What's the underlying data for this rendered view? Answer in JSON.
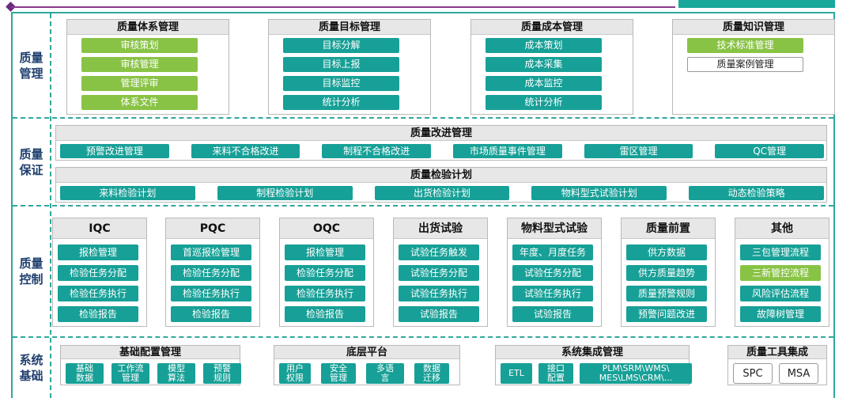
{
  "sections": {
    "management": "质量\n管理",
    "assurance": "质量\n保证",
    "control": "质量\n控制",
    "system": "系统\n基础"
  },
  "management": [
    {
      "title": "质量体系管理",
      "items": [
        {
          "label": "审核策划",
          "style": "g"
        },
        {
          "label": "审核管理",
          "style": "g"
        },
        {
          "label": "管理评审",
          "style": "g"
        },
        {
          "label": "体系文件",
          "style": "g"
        }
      ]
    },
    {
      "title": "质量目标管理",
      "items": [
        {
          "label": "目标分解",
          "style": "t"
        },
        {
          "label": "目标上报",
          "style": "t"
        },
        {
          "label": "目标监控",
          "style": "t"
        },
        {
          "label": "统计分析",
          "style": "t"
        }
      ]
    },
    {
      "title": "质量成本管理",
      "items": [
        {
          "label": "成本策划",
          "style": "t"
        },
        {
          "label": "成本采集",
          "style": "t"
        },
        {
          "label": "成本监控",
          "style": "t"
        },
        {
          "label": "统计分析",
          "style": "t"
        }
      ]
    },
    {
      "title": "质量知识管理",
      "items": [
        {
          "label": "技术标准管理",
          "style": "g"
        },
        {
          "label": "质量案例管理",
          "style": "w"
        }
      ]
    }
  ],
  "assurance": {
    "improvement": {
      "title": "质量改进管理",
      "items": [
        "预警改进管理",
        "来料不合格改进",
        "制程不合格改进",
        "市场质量事件管理",
        "雷区管理",
        "QC管理"
      ]
    },
    "inspection": {
      "title": "质量检验计划",
      "items": [
        "来料检验计划",
        "制程检验计划",
        "出货检验计划",
        "物料型式试验计划",
        "动态检验策略"
      ]
    }
  },
  "control": [
    {
      "title": "IQC",
      "items": [
        {
          "label": "报检管理",
          "style": "t"
        },
        {
          "label": "检验任务分配",
          "style": "t"
        },
        {
          "label": "检验任务执行",
          "style": "t"
        },
        {
          "label": "检验报告",
          "style": "t"
        }
      ]
    },
    {
      "title": "PQC",
      "items": [
        {
          "label": "首巡报检管理",
          "style": "t"
        },
        {
          "label": "检验任务分配",
          "style": "t"
        },
        {
          "label": "检验任务执行",
          "style": "t"
        },
        {
          "label": "检验报告",
          "style": "t"
        }
      ]
    },
    {
      "title": "OQC",
      "items": [
        {
          "label": "报检管理",
          "style": "t"
        },
        {
          "label": "检验任务分配",
          "style": "t"
        },
        {
          "label": "检验任务执行",
          "style": "t"
        },
        {
          "label": "检验报告",
          "style": "t"
        }
      ]
    },
    {
      "title": "出货试验",
      "items": [
        {
          "label": "试验任务触发",
          "style": "t"
        },
        {
          "label": "试验任务分配",
          "style": "t"
        },
        {
          "label": "试验任务执行",
          "style": "t"
        },
        {
          "label": "试验报告",
          "style": "t"
        }
      ]
    },
    {
      "title": "物料型式试验",
      "items": [
        {
          "label": "年度、月度任务",
          "style": "t"
        },
        {
          "label": "试验任务分配",
          "style": "t"
        },
        {
          "label": "试验任务执行",
          "style": "t"
        },
        {
          "label": "试验报告",
          "style": "t"
        }
      ]
    },
    {
      "title": "质量前置",
      "items": [
        {
          "label": "供方数据",
          "style": "t"
        },
        {
          "label": "供方质量趋势",
          "style": "t"
        },
        {
          "label": "质量预警规则",
          "style": "t"
        },
        {
          "label": "预警问题改进",
          "style": "t"
        }
      ]
    },
    {
      "title": "其他",
      "items": [
        {
          "label": "三包管理流程",
          "style": "t"
        },
        {
          "label": "三新管控流程",
          "style": "g"
        },
        {
          "label": "风险评估流程",
          "style": "t"
        },
        {
          "label": "故障树管理",
          "style": "t"
        }
      ]
    }
  ],
  "system": [
    {
      "title": "基础配置管理",
      "items": [
        "基础\n数据",
        "工作流\n管理",
        "模型\n算法",
        "预警\n规则"
      ]
    },
    {
      "title": "底层平台",
      "items": [
        "用户\n权限",
        "安全\n管理",
        "多语\n言",
        "数据\n迁移"
      ]
    },
    {
      "title": "系统集成管理",
      "items": [
        "ETL",
        "接口\n配置",
        "PLM\\SRM\\WMS\\\nMES\\LMS\\CRM\\..."
      ]
    },
    {
      "title": "质量工具集成",
      "items": [
        "SPC",
        "MSA"
      ]
    }
  ]
}
